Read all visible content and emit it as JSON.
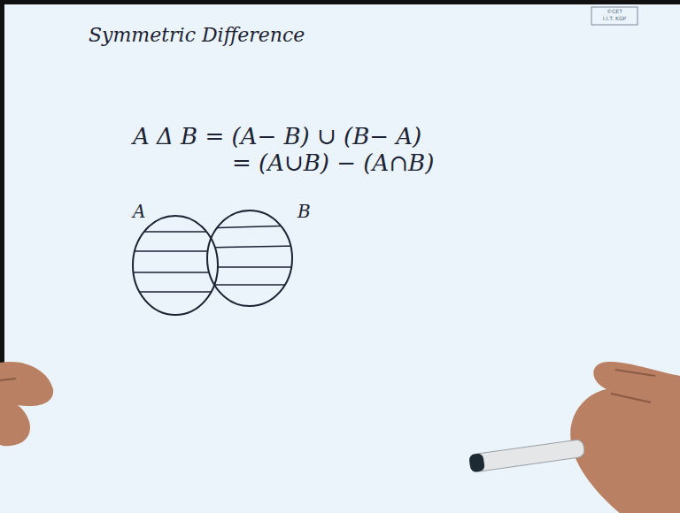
{
  "diagram": {
    "title": "Symmetric Difference",
    "labels": [
      "A Δ B = (A− B) ∪ (B− A)",
      "= (A∪B) − (A∩B)",
      "A",
      "B",
      "©CET",
      "I.I.T. KGP"
    ]
  }
}
